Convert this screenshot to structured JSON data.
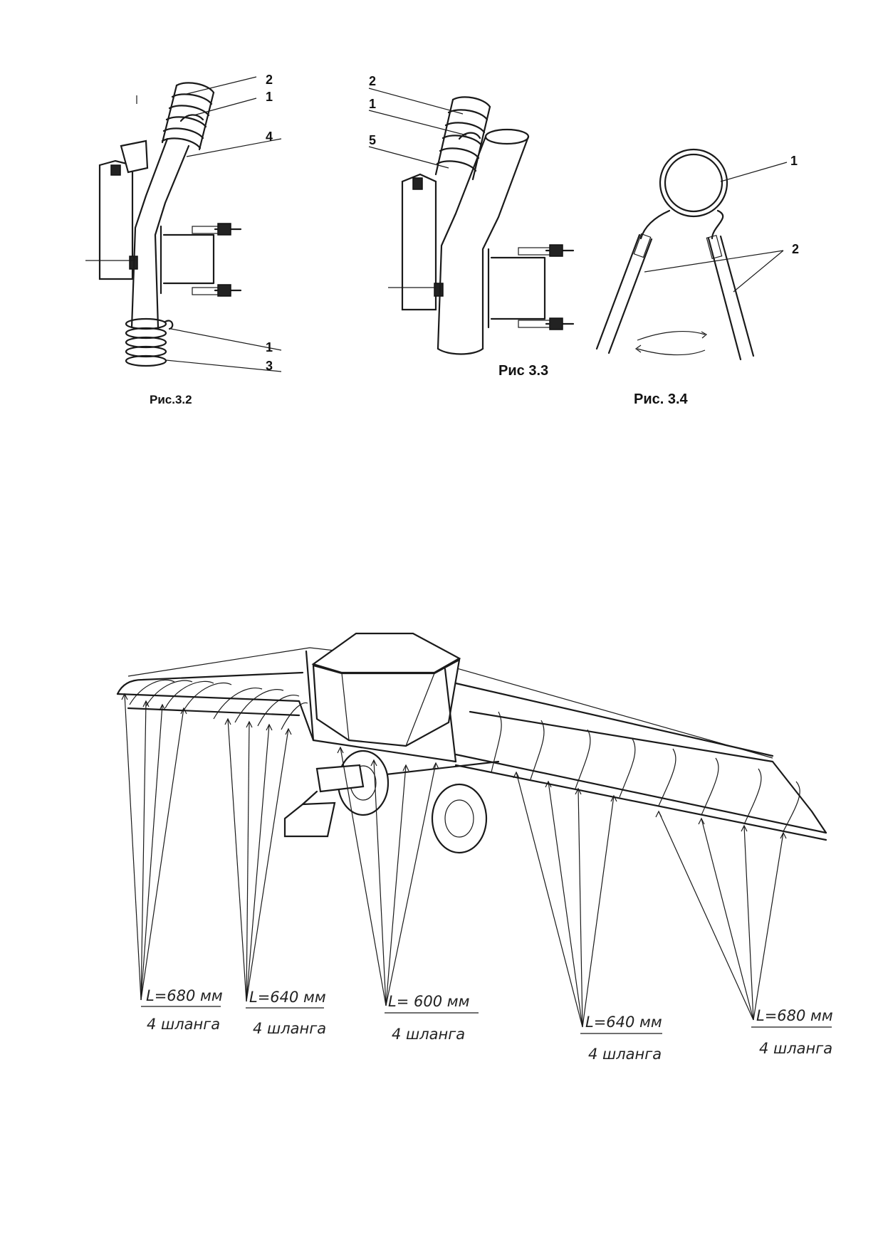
{
  "figures": {
    "fig32": {
      "caption": "Рис.3.2",
      "callouts": [
        "2",
        "1",
        "4",
        "1",
        "3"
      ]
    },
    "fig33": {
      "caption": "Рис 3.3",
      "callouts": [
        "2",
        "1",
        "5"
      ]
    },
    "fig34": {
      "caption": "Рис.  3.4",
      "callouts": [
        "1",
        "2"
      ]
    }
  },
  "machine": {
    "hose_groups": [
      {
        "length": "L=680 мм",
        "count": "4 шланга"
      },
      {
        "length": "L=640 мм",
        "count": "4 шланга"
      },
      {
        "length": "L= 600 мм",
        "count": "4 шланга"
      },
      {
        "length": "L=640 мм",
        "count": "4 шланга"
      },
      {
        "length": "L=680 мм",
        "count": "4 шланга"
      }
    ]
  }
}
